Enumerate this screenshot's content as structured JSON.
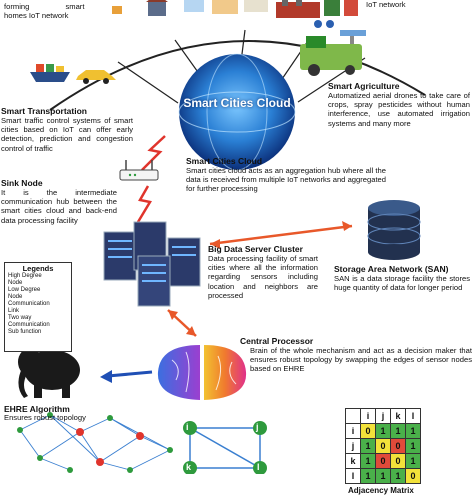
{
  "top_left_text": [
    "forming",
    "smart",
    "homes IoT network"
  ],
  "top_right_text": "IoT network",
  "cloud_label": "Smart Cities Cloud",
  "smart_agriculture": {
    "title": "Smart Agriculture",
    "desc": "Automatized aerial drones to take care of crops, spray pesticides without human interference, use automated irrigation systems and many more"
  },
  "smart_transportation": {
    "title": "Smart Transportation",
    "desc": "Smart traffic control systems of smart cities based on IoT can offer early detection, prediction and congestion control of traffic"
  },
  "smart_cities_cloud": {
    "title": "Smart Cities Cloud",
    "desc": "Smart cities cloud acts as an aggregation hub where all the data is received from multiple IoT networks and aggregated for further processing"
  },
  "sink_node": {
    "title": "Sink Node",
    "desc": "It is the intermediate communication hub between the smart cities cloud and back-end data processing facility"
  },
  "big_data": {
    "title": "Big Data Server Cluster",
    "desc": "Data processing facility of smart cities where all the information regarding sensors including location and neighbors are processed"
  },
  "san": {
    "title": "Storage Area Network (SAN)",
    "desc": "SAN is a data storage facility the stores huge quantity of data for longer period"
  },
  "central_processor": {
    "title": "Central Processor",
    "desc": "Brain of the whole mechanism and act as a decision maker that ensures robust topology by swapping the edges of sensor nodes based on EHRE"
  },
  "ehre": {
    "title": "EHRE Algorithm",
    "desc": "Ensures robust topology"
  },
  "legend": {
    "title": "Legends",
    "items": [
      "High Degree Node",
      "Low Degree Node",
      "Communication Link",
      "Two way Communication",
      "Sub function"
    ]
  },
  "graph_labels": [
    "i",
    "j",
    "k",
    "l"
  ],
  "matrix": {
    "header": [
      "",
      "i",
      "j",
      "k",
      "l"
    ],
    "rows": [
      [
        "i",
        "0",
        "1",
        "1",
        "1"
      ],
      [
        "j",
        "1",
        "0",
        "0",
        "1"
      ],
      [
        "k",
        "1",
        "0",
        "0",
        "1"
      ],
      [
        "l",
        "1",
        "1",
        "1",
        "0"
      ]
    ]
  },
  "matrix_caption": "Adjacency Matrix",
  "colors": {
    "high_degree": "#e0342c",
    "low_degree": "#2e9a3d",
    "comm_link": "#3a7fd0",
    "two_way": "#e8582a",
    "sub_function": "#1f4fb5",
    "cloud": "#2a7fd4"
  }
}
